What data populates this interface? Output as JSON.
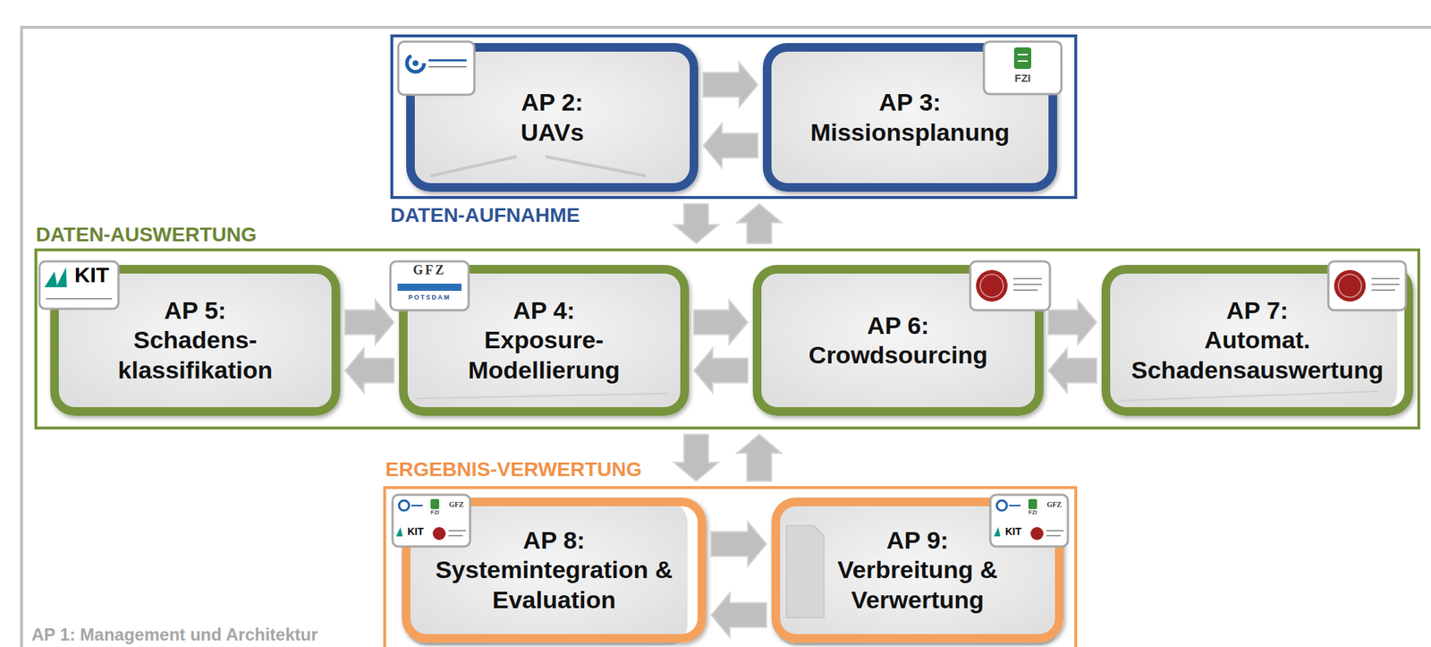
{
  "diagram": {
    "nodes": [
      {
        "text": [
          "AP 1: Management und Architektur"
        ]
      },
      {
        "text": [
          "DATEN-AUFNAHME"
        ],
        "in": 0
      },
      {
        "text": [
          "AP 2:",
          "UAVs"
        ],
        "in": 1
      },
      {
        "text": [
          "AP 3:",
          "Missionsplanung"
        ],
        "in": 1
      },
      {
        "text": [
          "DATEN-AUSWERTUNG"
        ],
        "in": 0
      },
      {
        "text": [
          "AP 5:",
          "Schadens- klassifikation"
        ],
        "in": 4
      },
      {
        "text": [
          "AP 4:",
          "Exposure- Modellierung"
        ],
        "in": 4
      },
      {
        "text": [
          "AP 6:",
          "Crowdsourcing"
        ],
        "in": 4
      },
      {
        "text": [
          "AP 7:",
          "Automat. Schadensauswertung"
        ],
        "in": 4
      },
      {
        "text": [
          "ERGEBNIS-VERWERTUNG"
        ],
        "in": 0
      },
      {
        "text": [
          "AP 8:",
          "Systemintegration & Evaluation"
        ],
        "in": 9
      },
      {
        "text": [
          "AP 9:",
          "Verbreitung & Verwertung"
        ],
        "in": 9
      }
    ],
    "edges": [
      {
        "from": 2,
        "to": 3,
        "arrow": "to"
      },
      {
        "from": 3,
        "to": 2,
        "arrow": "to"
      },
      {
        "from": 1,
        "to": 4,
        "arrow": "to"
      },
      {
        "from": 4,
        "to": 1,
        "arrow": "to"
      },
      {
        "from": 5,
        "to": 6,
        "arrow": "to"
      },
      {
        "from": 6,
        "to": 5,
        "arrow": "to"
      },
      {
        "from": 6,
        "to": 7,
        "arrow": "to"
      },
      {
        "from": 7,
        "to": 6,
        "arrow": "to"
      },
      {
        "from": 7,
        "to": 8,
        "arrow": "to"
      },
      {
        "from": 8,
        "to": 7,
        "arrow": "to"
      },
      {
        "from": 4,
        "to": 9,
        "arrow": "to"
      },
      {
        "from": 9,
        "to": 4,
        "arrow": "to"
      },
      {
        "from": 10,
        "to": 11,
        "arrow": "to"
      },
      {
        "from": 11,
        "to": 10,
        "arrow": "to"
      }
    ],
    "labels": [
      "FZI",
      "KIT",
      "GFZ",
      "POTSDAM",
      "FZI",
      "GFZ",
      "KIT",
      "FZI",
      "GFZ",
      "KIT"
    ]
  }
}
